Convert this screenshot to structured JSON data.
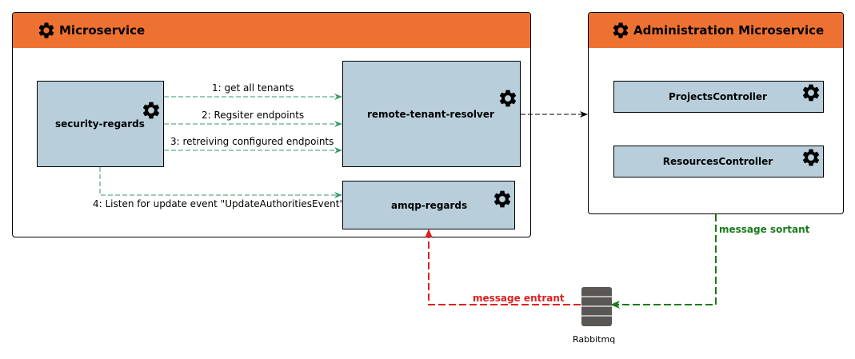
{
  "microservice": {
    "title": "Microservice",
    "security_regards": "security-regards",
    "remote_tenant_resolver": "remote-tenant-resolver",
    "amqp_regards": "amqp-regards"
  },
  "admin": {
    "title": "Administration Microservice",
    "projects_controller": "ProjectsController",
    "resources_controller": "ResourcesController"
  },
  "flows": {
    "f1": "1: get all tenants",
    "f2": "2: Regsiter endpoints",
    "f3": "3: retreiving configured endpoints",
    "f4": "4: Listen for update event \"UpdateAuthoritiesEvent\""
  },
  "messages": {
    "outgoing": "message sortant",
    "incoming": "message entrant"
  },
  "rabbitmq": {
    "label": "Rabbitmq"
  },
  "colors": {
    "header": "#ed7232",
    "box": "#b8cfdb",
    "flow": "#3a9a6a",
    "outgoing": "#1a7a1a",
    "incoming": "#e02020"
  },
  "icons": {
    "component": "gear-icon",
    "queue": "server-icon"
  }
}
